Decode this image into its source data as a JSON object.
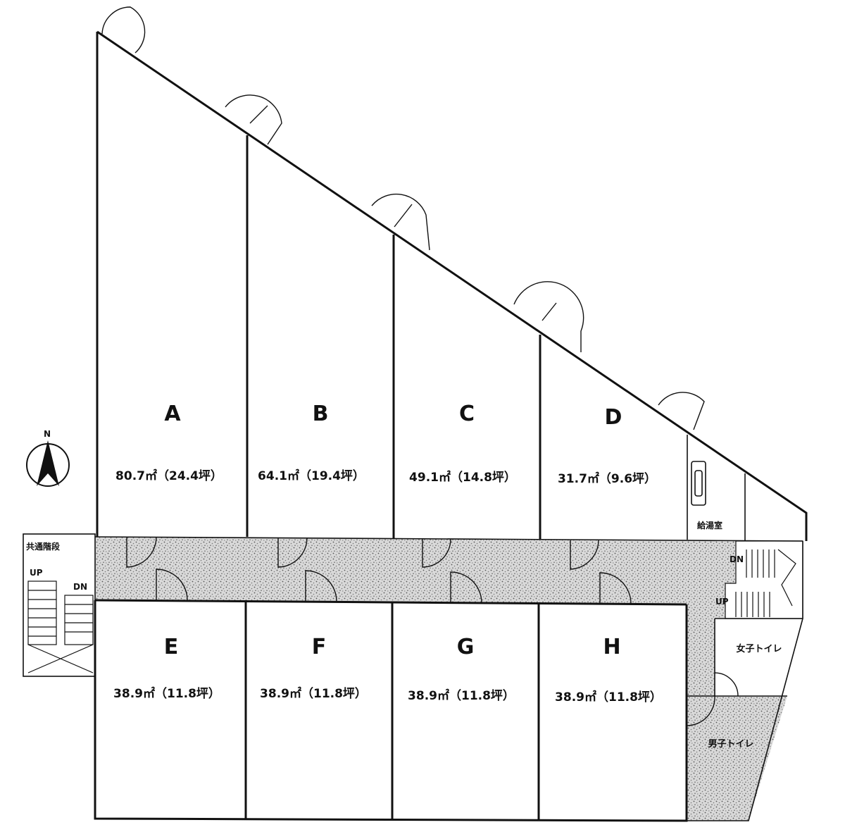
{
  "units": [
    {
      "id": "A",
      "area": "80.7㎡（24.4坪）"
    },
    {
      "id": "B",
      "area": "64.1㎡（19.4坪）"
    },
    {
      "id": "C",
      "area": "49.1㎡（14.8坪）"
    },
    {
      "id": "D",
      "area": "31.7㎡（9.6坪）"
    },
    {
      "id": "E",
      "area": "38.9㎡（11.8坪）"
    },
    {
      "id": "F",
      "area": "38.9㎡（11.8坪）"
    },
    {
      "id": "G",
      "area": "38.9㎡（11.8坪）"
    },
    {
      "id": "H",
      "area": "38.9㎡（11.8坪）"
    }
  ],
  "labels": {
    "stairs_common": "共通階段",
    "up_left": "UP",
    "dn_left": "DN",
    "up_right": "UP",
    "dn_right": "DN",
    "water_room": "給湯室",
    "womens_toilet": "女子トイレ",
    "mens_toilet": "男子トイレ",
    "north": "N"
  },
  "colors": {
    "line": "#111111",
    "corridor_fill": "#cfcfcf",
    "background": "#ffffff"
  }
}
